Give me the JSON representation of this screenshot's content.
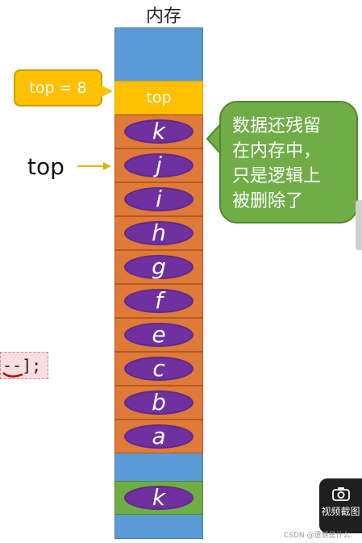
{
  "memory_title": "内存",
  "top_callout": "top = 8",
  "top_cell_label": "top",
  "pointer_label": "top",
  "stack_elements": [
    "k",
    "j",
    "i",
    "h",
    "g",
    "f",
    "e",
    "c",
    "b",
    "a"
  ],
  "removed_element": "k",
  "note": [
    "数据还残留",
    "在内存中，",
    "只是逻辑上",
    "被删除了"
  ],
  "code_fragment": "--];",
  "camera_label": "视频截图",
  "watermark": "CSDN @遗憾是什么.",
  "colors": {
    "memory": "#5b9bd5",
    "top": "#ffc000",
    "element": "#e07a38",
    "ellipse": "#7030a0",
    "green": "#70ad47"
  }
}
